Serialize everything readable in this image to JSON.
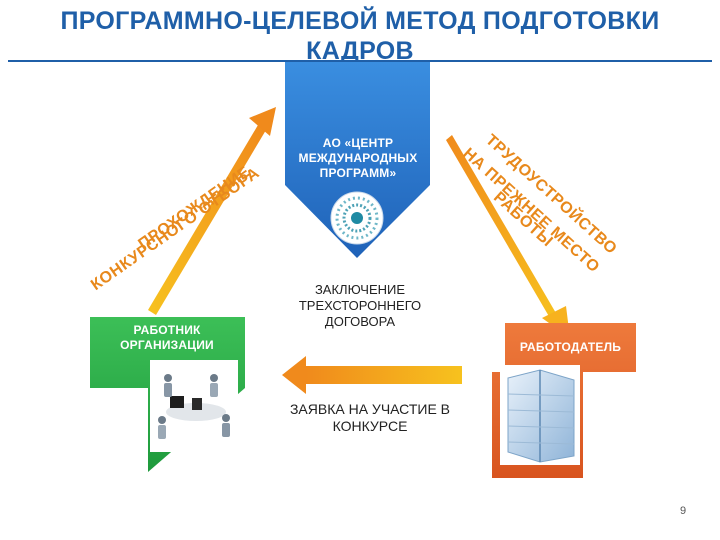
{
  "title": {
    "line1": "ПРОГРАММНО-ЦЕЛЕВОЙ МЕТОД  ПОДГОТОВКИ",
    "line2": "КАДРОВ"
  },
  "center_box": {
    "lines": [
      "АО «ЦЕНТР",
      "МЕЖДУНАРОДНЫХ",
      "ПРОГРАММ»"
    ],
    "color": "#2f7fd3"
  },
  "left_arrow": {
    "line1": "ПРОХОЖДЕНИЕ",
    "line2": "КОНКУРСНОГО ОТБОРА",
    "color": "#f5a623"
  },
  "right_arrow": {
    "line1": "ТРУДОУСТРОЙСТВО",
    "line2": "НА ПРЕЖНЕЕ МЕСТО",
    "line3": "РАБОТЫ",
    "color": "#f5a623"
  },
  "employee_box": {
    "lines": [
      "РАБОТНИК",
      "ОРГАНИЗАЦИИ"
    ],
    "color": "#2eaa48"
  },
  "employer_box": {
    "label": "РАБОТОДАТЕЛЬ",
    "color": "#e3622b"
  },
  "contract_text": {
    "lines": [
      "ЗАКЛЮЧЕНИЕ",
      "ТРЕХСТОРОННЕГО",
      "ДОГОВОРА"
    ]
  },
  "application_text": {
    "lines": [
      "ЗАЯВКА НА УЧАСТИЕ В",
      "КОНКУРСЕ"
    ]
  },
  "bottom_arrow": {
    "color": "#f5a623"
  },
  "page_number": "9"
}
